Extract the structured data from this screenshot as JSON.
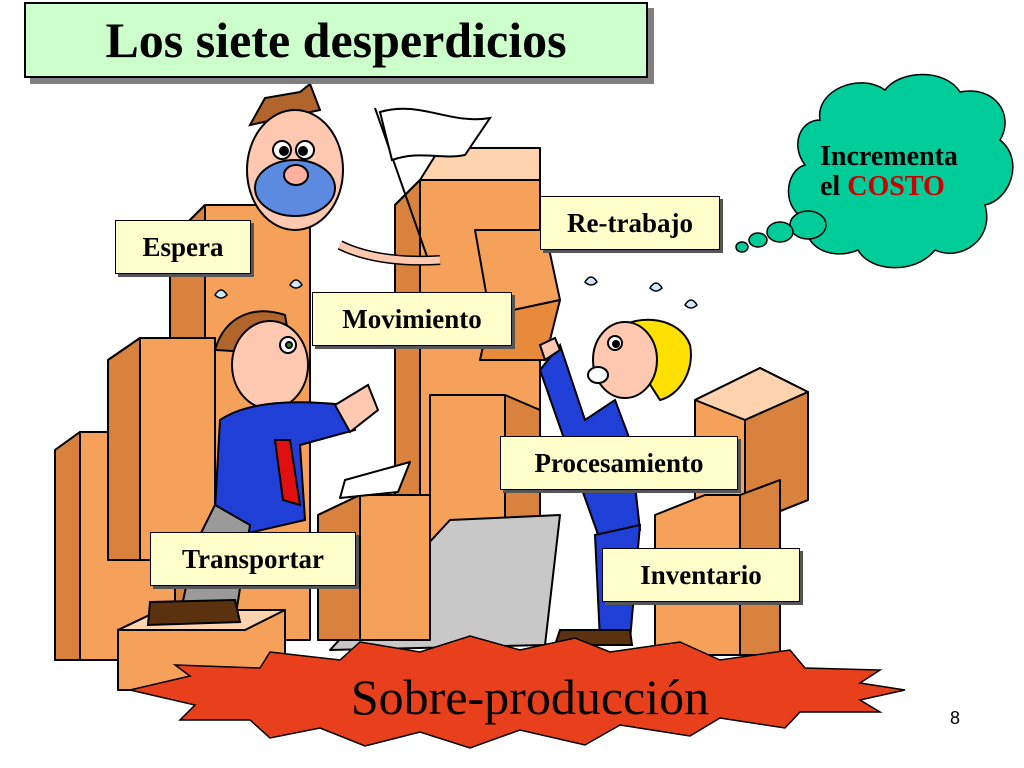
{
  "slide": {
    "title": "Los siete desperdicios",
    "labels": {
      "espera": "Espera",
      "retrabajo": "Re-trabajo",
      "movimiento": "Movimiento",
      "procesamiento": "Procesamiento",
      "transportar": "Transportar",
      "inventario": "Inventario"
    },
    "thought": {
      "line1": "Incrementa",
      "line2_prefix": "el",
      "line2_highlight": "COSTO"
    },
    "bottom_title": "Sobre-producción",
    "page_number": "8"
  },
  "colors": {
    "title_bg": "#ccffcc",
    "label_bg": "#ffffcc",
    "box_orange": "#f6a15a",
    "cloud_green": "#00cc99",
    "burst_red": "#e8401c",
    "cost_red": "#cc0000"
  }
}
